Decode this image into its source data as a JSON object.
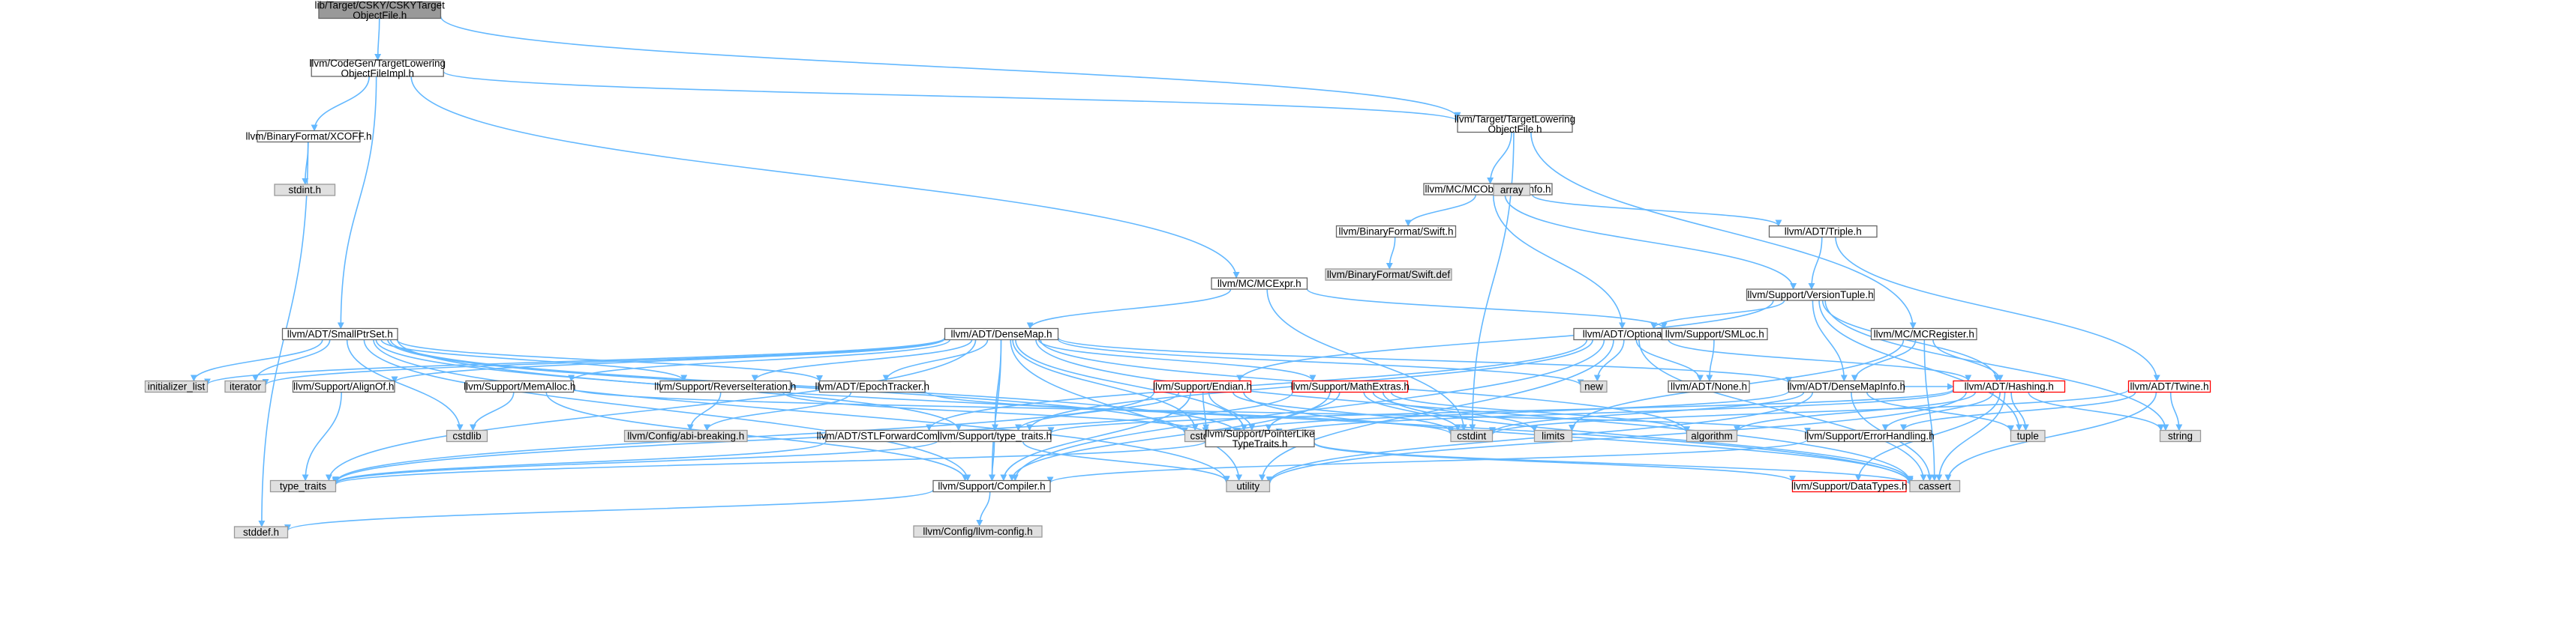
{
  "colors": {
    "edge": "#63b8ff",
    "node_fill": "#ffffff",
    "node_border": "#666666",
    "external_fill": "#e0e0e0",
    "external_border": "#999999",
    "root_fill": "#999999",
    "root_border": "#666666",
    "undocumented_border": "#ff0000"
  },
  "nodes": [
    {
      "id": "root",
      "label": [
        "lib/Target/CSKY/CSKYTarget",
        "ObjectFile.h"
      ],
      "kind": "root"
    },
    {
      "id": "tloi",
      "label": [
        "llvm/CodeGen/TargetLowering",
        "ObjectFileImpl.h"
      ],
      "kind": "normal"
    },
    {
      "id": "ttlof",
      "label": [
        "llvm/Target/TargetLowering",
        "ObjectFile.h"
      ],
      "kind": "normal"
    },
    {
      "id": "xcoff",
      "label": [
        "llvm/BinaryFormat/XCOFF.h"
      ],
      "kind": "normal"
    },
    {
      "id": "stdinth",
      "label": [
        "stdint.h"
      ],
      "kind": "external"
    },
    {
      "id": "mcofi",
      "label": [
        "llvm/MC/MCObjectFileInfo.h"
      ],
      "kind": "normal"
    },
    {
      "id": "swifth",
      "label": [
        "llvm/BinaryFormat/Swift.h"
      ],
      "kind": "normal"
    },
    {
      "id": "swiftdef",
      "label": [
        "llvm/BinaryFormat/Swift.def"
      ],
      "kind": "external"
    },
    {
      "id": "array",
      "label": [
        "array"
      ],
      "kind": "external"
    },
    {
      "id": "triple",
      "label": [
        "llvm/ADT/Triple.h"
      ],
      "kind": "normal"
    },
    {
      "id": "mcexpr",
      "label": [
        "llvm/MC/MCExpr.h"
      ],
      "kind": "normal"
    },
    {
      "id": "versiontuple",
      "label": [
        "llvm/Support/VersionTuple.h"
      ],
      "kind": "normal"
    },
    {
      "id": "smallptrset",
      "label": [
        "llvm/ADT/SmallPtrSet.h"
      ],
      "kind": "normal"
    },
    {
      "id": "densemap",
      "label": [
        "llvm/ADT/DenseMap.h"
      ],
      "kind": "normal"
    },
    {
      "id": "optional",
      "label": [
        "llvm/ADT/Optional.h"
      ],
      "kind": "normal"
    },
    {
      "id": "smloc",
      "label": [
        "llvm/Support/SMLoc.h"
      ],
      "kind": "normal"
    },
    {
      "id": "mcregister",
      "label": [
        "llvm/MC/MCRegister.h"
      ],
      "kind": "normal"
    },
    {
      "id": "initlist",
      "label": [
        "initializer_list"
      ],
      "kind": "external"
    },
    {
      "id": "iterator",
      "label": [
        "iterator"
      ],
      "kind": "external"
    },
    {
      "id": "alignof",
      "label": [
        "llvm/Support/AlignOf.h"
      ],
      "kind": "normal"
    },
    {
      "id": "memalloc",
      "label": [
        "llvm/Support/MemAlloc.h"
      ],
      "kind": "normal"
    },
    {
      "id": "reviter",
      "label": [
        "llvm/Support/ReverseIteration.h"
      ],
      "kind": "normal"
    },
    {
      "id": "epoch",
      "label": [
        "llvm/ADT/EpochTracker.h"
      ],
      "kind": "normal"
    },
    {
      "id": "endian",
      "label": [
        "llvm/Support/Endian.h"
      ],
      "kind": "undocumented"
    },
    {
      "id": "mathextras",
      "label": [
        "llvm/Support/MathExtras.h"
      ],
      "kind": "undocumented"
    },
    {
      "id": "new",
      "label": [
        "new"
      ],
      "kind": "external"
    },
    {
      "id": "none",
      "label": [
        "llvm/ADT/None.h"
      ],
      "kind": "normal"
    },
    {
      "id": "densemapinfo",
      "label": [
        "llvm/ADT/DenseMapInfo.h"
      ],
      "kind": "normal"
    },
    {
      "id": "hashing",
      "label": [
        "llvm/ADT/Hashing.h"
      ],
      "kind": "undocumented"
    },
    {
      "id": "twine",
      "label": [
        "llvm/ADT/Twine.h"
      ],
      "kind": "undocumented"
    },
    {
      "id": "cstdlib",
      "label": [
        "cstdlib"
      ],
      "kind": "external"
    },
    {
      "id": "abibreak",
      "label": [
        "llvm/Config/abi-breaking.h"
      ],
      "kind": "external"
    },
    {
      "id": "stlfwd",
      "label": [
        "llvm/ADT/STLForwardCompat.h"
      ],
      "kind": "normal"
    },
    {
      "id": "typetraitsllvm",
      "label": [
        "llvm/Support/type_traits.h"
      ],
      "kind": "normal"
    },
    {
      "id": "cstddef",
      "label": [
        "cstddef"
      ],
      "kind": "external"
    },
    {
      "id": "cstring",
      "label": [
        "cstring"
      ],
      "kind": "external"
    },
    {
      "id": "ptrlike",
      "label": [
        "llvm/Support/PointerLike",
        "TypeTraits.h"
      ],
      "kind": "normal"
    },
    {
      "id": "cstdint",
      "label": [
        "cstdint"
      ],
      "kind": "external"
    },
    {
      "id": "limits",
      "label": [
        "limits"
      ],
      "kind": "external"
    },
    {
      "id": "algorithm",
      "label": [
        "algorithm"
      ],
      "kind": "external"
    },
    {
      "id": "errhandling",
      "label": [
        "llvm/Support/ErrorHandling.h"
      ],
      "kind": "normal"
    },
    {
      "id": "tuple",
      "label": [
        "tuple"
      ],
      "kind": "external"
    },
    {
      "id": "string",
      "label": [
        "string"
      ],
      "kind": "external"
    },
    {
      "id": "typetraits",
      "label": [
        "type_traits"
      ],
      "kind": "external"
    },
    {
      "id": "compiler",
      "label": [
        "llvm/Support/Compiler.h"
      ],
      "kind": "normal"
    },
    {
      "id": "utility",
      "label": [
        "utility"
      ],
      "kind": "external"
    },
    {
      "id": "datatypes",
      "label": [
        "llvm/Support/DataTypes.h"
      ],
      "kind": "undocumented"
    },
    {
      "id": "cassert",
      "label": [
        "cassert"
      ],
      "kind": "external"
    },
    {
      "id": "stddefh",
      "label": [
        "stddef.h"
      ],
      "kind": "external"
    },
    {
      "id": "llvmconfig",
      "label": [
        "llvm/Config/llvm-config.h"
      ],
      "kind": "external"
    }
  ],
  "edges": [
    [
      "root",
      "tloi"
    ],
    [
      "root",
      "ttlof"
    ],
    [
      "tloi",
      "xcoff"
    ],
    [
      "tloi",
      "ttlof"
    ],
    [
      "tloi",
      "mcexpr"
    ],
    [
      "tloi",
      "smallptrset"
    ],
    [
      "xcoff",
      "stdinth"
    ],
    [
      "xcoff",
      "stddefh"
    ],
    [
      "ttlof",
      "mcofi"
    ],
    [
      "ttlof",
      "mcregister"
    ],
    [
      "ttlof",
      "cstdint"
    ],
    [
      "mcofi",
      "swifth"
    ],
    [
      "mcofi",
      "array"
    ],
    [
      "mcofi",
      "triple"
    ],
    [
      "mcofi",
      "versiontuple"
    ],
    [
      "mcofi",
      "optional"
    ],
    [
      "swifth",
      "swiftdef"
    ],
    [
      "triple",
      "versiontuple"
    ],
    [
      "triple",
      "twine"
    ],
    [
      "mcexpr",
      "densemap"
    ],
    [
      "mcexpr",
      "smloc"
    ],
    [
      "mcexpr",
      "cstdint"
    ],
    [
      "versiontuple",
      "densemapinfo"
    ],
    [
      "versiontuple",
      "hashing"
    ],
    [
      "versiontuple",
      "optional"
    ],
    [
      "versiontuple",
      "string"
    ],
    [
      "versiontuple",
      "tuple"
    ],
    [
      "versiontuple",
      "endian"
    ],
    [
      "smallptrset",
      "epoch"
    ],
    [
      "smallptrset",
      "compiler"
    ],
    [
      "smallptrset",
      "reviter"
    ],
    [
      "smallptrset",
      "typetraitsllvm"
    ],
    [
      "smallptrset",
      "cassert"
    ],
    [
      "smallptrset",
      "cstddef"
    ],
    [
      "smallptrset",
      "cstdlib"
    ],
    [
      "smallptrset",
      "cstring"
    ],
    [
      "smallptrset",
      "initlist"
    ],
    [
      "smallptrset",
      "iterator"
    ],
    [
      "smallptrset",
      "utility"
    ],
    [
      "densemap",
      "densemapinfo"
    ],
    [
      "densemap",
      "epoch"
    ],
    [
      "densemap",
      "alignof"
    ],
    [
      "densemap",
      "compiler"
    ],
    [
      "densemap",
      "mathextras"
    ],
    [
      "densemap",
      "memalloc"
    ],
    [
      "densemap",
      "reviter"
    ],
    [
      "densemap",
      "typetraitsllvm"
    ],
    [
      "densemap",
      "algorithm"
    ],
    [
      "densemap",
      "cassert"
    ],
    [
      "densemap",
      "cstddef"
    ],
    [
      "densemap",
      "cstring"
    ],
    [
      "densemap",
      "initlist"
    ],
    [
      "densemap",
      "iterator"
    ],
    [
      "densemap",
      "new"
    ],
    [
      "densemap",
      "utility"
    ],
    [
      "densemap",
      "typetraits"
    ],
    [
      "optional",
      "none"
    ],
    [
      "optional",
      "stlfwd"
    ],
    [
      "optional",
      "hashing"
    ],
    [
      "optional",
      "compiler"
    ],
    [
      "optional",
      "typetraitsllvm"
    ],
    [
      "optional",
      "cassert"
    ],
    [
      "optional",
      "new"
    ],
    [
      "optional",
      "utility"
    ],
    [
      "smloc",
      "none"
    ],
    [
      "mcregister",
      "densemapinfo"
    ],
    [
      "mcregister",
      "hashing"
    ],
    [
      "mcregister",
      "cassert"
    ],
    [
      "mcregister",
      "limits"
    ],
    [
      "alignof",
      "typetraits"
    ],
    [
      "memalloc",
      "compiler"
    ],
    [
      "memalloc",
      "errhandling"
    ],
    [
      "memalloc",
      "cstdlib"
    ],
    [
      "reviter",
      "abibreak"
    ],
    [
      "reviter",
      "ptrlike"
    ],
    [
      "epoch",
      "abibreak"
    ],
    [
      "epoch",
      "cstdint"
    ],
    [
      "endian",
      "compiler"
    ],
    [
      "endian",
      "typetraitsllvm"
    ],
    [
      "endian",
      "cassert"
    ],
    [
      "endian",
      "cstddef"
    ],
    [
      "endian",
      "cstdint"
    ],
    [
      "endian",
      "cstring"
    ],
    [
      "endian",
      "typetraits"
    ],
    [
      "mathextras",
      "compiler"
    ],
    [
      "mathextras",
      "cassert"
    ],
    [
      "mathextras",
      "cstdint"
    ],
    [
      "mathextras",
      "cstring"
    ],
    [
      "mathextras",
      "limits"
    ],
    [
      "mathextras",
      "typetraits"
    ],
    [
      "mathextras",
      "algorithm"
    ],
    [
      "densemapinfo",
      "hashing"
    ],
    [
      "densemapinfo",
      "cassert"
    ],
    [
      "densemapinfo",
      "cstddef"
    ],
    [
      "densemapinfo",
      "cstdint"
    ],
    [
      "densemapinfo",
      "tuple"
    ],
    [
      "densemapinfo",
      "utility"
    ],
    [
      "hashing",
      "errhandling"
    ],
    [
      "hashing",
      "datatypes"
    ],
    [
      "hashing",
      "typetraitsllvm"
    ],
    [
      "hashing",
      "algorithm"
    ],
    [
      "hashing",
      "cassert"
    ],
    [
      "hashing",
      "cstring"
    ],
    [
      "hashing",
      "string"
    ],
    [
      "hashing",
      "tuple"
    ],
    [
      "hashing",
      "utility"
    ],
    [
      "twine",
      "errhandling"
    ],
    [
      "twine",
      "cassert"
    ],
    [
      "twine",
      "cstdint"
    ],
    [
      "twine",
      "string"
    ],
    [
      "stlfwd",
      "typetraits"
    ],
    [
      "typetraitsllvm",
      "compiler"
    ],
    [
      "typetraitsllvm",
      "typetraits"
    ],
    [
      "typetraitsllvm",
      "utility"
    ],
    [
      "ptrlike",
      "datatypes"
    ],
    [
      "ptrlike",
      "cassert"
    ],
    [
      "ptrlike",
      "typetraits"
    ],
    [
      "errhandling",
      "compiler"
    ],
    [
      "compiler",
      "llvmconfig"
    ],
    [
      "compiler",
      "stddefh"
    ]
  ]
}
